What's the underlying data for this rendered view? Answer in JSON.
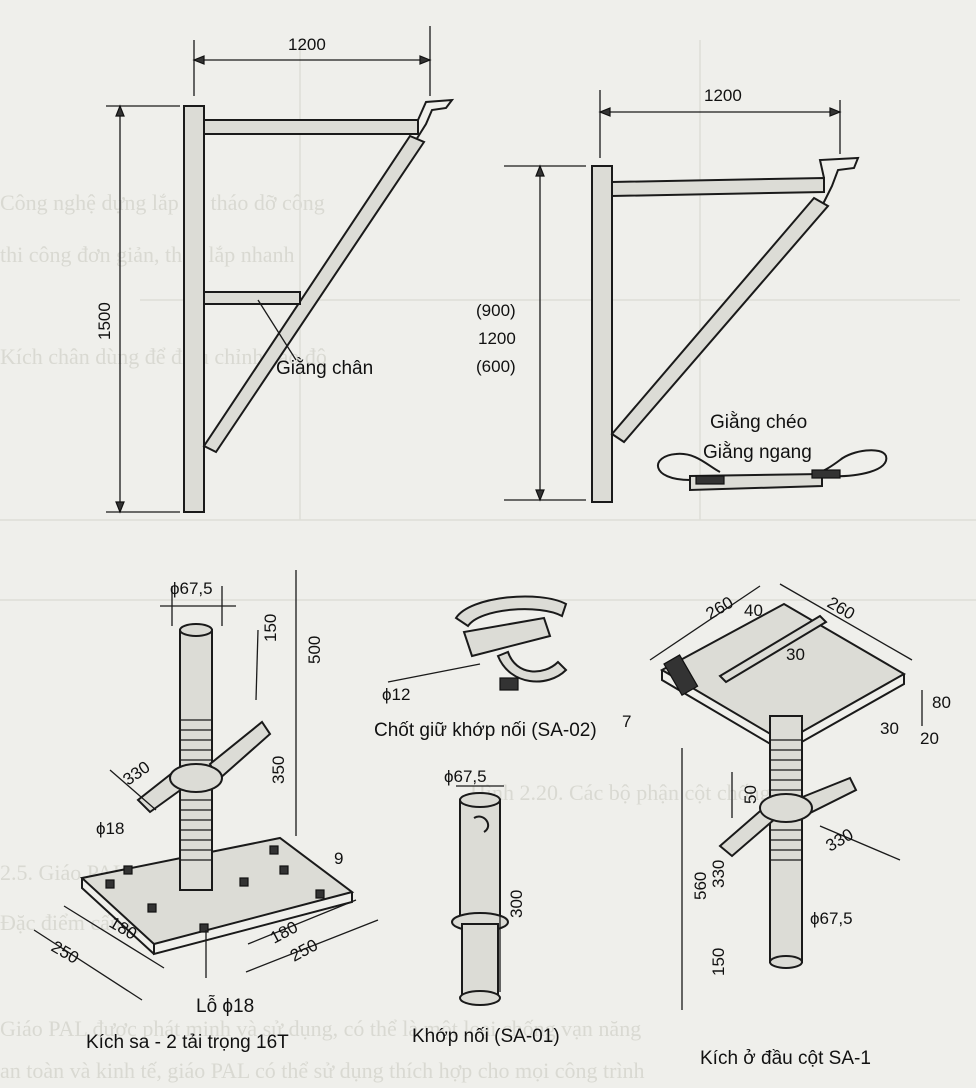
{
  "dims": {
    "bracket1_width": "1200",
    "bracket1_height": "1500",
    "bracket2_width": "1200",
    "bracket2_h1": "(900)",
    "bracket2_h2": "1200",
    "bracket2_h3": "(600)",
    "jack_phi_top": "ϕ67,5",
    "jack_150": "150",
    "jack_500": "500",
    "jack_350": "350",
    "jack_330": "330",
    "jack_phi18": "ϕ18",
    "jack_9": "9",
    "jack_180a": "180",
    "jack_180b": "180",
    "jack_250a": "250",
    "jack_250b": "250",
    "pin_phi12": "ϕ12",
    "pin_7": "7",
    "coupler_phi": "ϕ67,5",
    "coupler_300": "300",
    "head_260a": "260",
    "head_260b": "260",
    "head_40": "40",
    "head_30a": "30",
    "head_30b": "30",
    "head_80": "80",
    "head_20": "20",
    "head_560": "560",
    "head_50": "50",
    "head_330a": "330",
    "head_330b": "330",
    "head_150": "150",
    "head_phi": "ϕ67,5"
  },
  "labels": {
    "giang_chan": "Giằng chân",
    "giang_cheo": "Giằng chéo",
    "giang_ngang": "Giằng ngang",
    "jack_base": "Kích sa - 2 tải trọng 16T",
    "lo_phi18": "Lỗ ϕ18",
    "pin": "Chốt giữ khớp nối (SA-02)",
    "coupler": "Khớp nối (SA-01)",
    "head_jack": "Kích ở đầu cột SA-1"
  },
  "background_text": [
    "Công nghệ dựng lắp và tháo dỡ công",
    "thi công đơn giản, tháo lắp nhanh",
    "Kích chân dùng để điều chỉnh cao độ",
    "Hình 2.20. Các bộ phận cột chống",
    "2.5. Giáo PAL",
    "Đặc điểm cấu tạo",
    "Giáo PAL được phát minh và sử dụng, có thể là một loại chống vạn năng",
    "an toàn và kinh tế, giáo PAL có thể sử dụng thích hợp cho mọi công trình"
  ]
}
